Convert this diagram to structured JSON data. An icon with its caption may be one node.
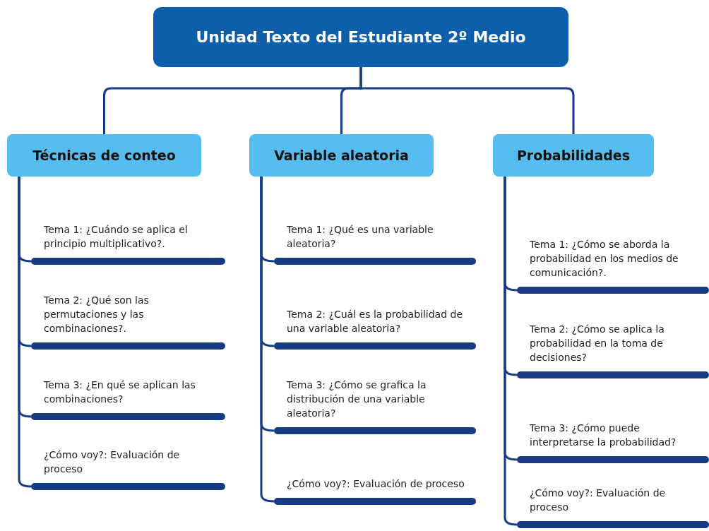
{
  "diagram": {
    "nodes": [
      {
        "text": [
          "Unidad Texto del Estudiante 2º Medio"
        ]
      },
      {
        "text": [
          "Técnicas de conteo"
        ]
      },
      {
        "text": [
          "Variable aleatoria"
        ]
      },
      {
        "text": [
          "Probabilidades"
        ]
      },
      {
        "text": [
          "Tema 1: ¿Cuándo se aplica el principio multiplicativo?."
        ]
      },
      {
        "text": [
          "Tema 2: ¿Qué son las permutaciones y las combinaciones?."
        ]
      },
      {
        "text": [
          "Tema 3: ¿En qué se aplican las combinaciones?"
        ]
      },
      {
        "text": [
          "¿Cómo voy?: Evaluación de proceso"
        ]
      },
      {
        "text": [
          "Tema 1: ¿Qué es una variable aleatoria?"
        ]
      },
      {
        "text": [
          "Tema 2: ¿Cuál es la probabilidad de una variable aleatoria?"
        ]
      },
      {
        "text": [
          "Tema 3: ¿Cómo se grafica la distribución de una variable aleatoria?"
        ]
      },
      {
        "text": [
          "¿Cómo voy?: Evaluación de proceso"
        ]
      },
      {
        "text": [
          "Tema 1: ¿Cómo se aborda la probabilidad en los medios de comunicación?."
        ]
      },
      {
        "text": [
          "Tema 2: ¿Cómo se aplica la probabilidad en la toma de decisiones?"
        ]
      },
      {
        "text": [
          "Tema 3: ¿Cómo puede interpretarse la probabilidad?"
        ]
      },
      {
        "text": [
          "¿Cómo voy?: Evaluación de proceso"
        ]
      }
    ],
    "edges": [
      {
        "from": 0,
        "to": 1,
        "arrow": "none"
      },
      {
        "from": 0,
        "to": 2,
        "arrow": "none"
      },
      {
        "from": 0,
        "to": 3,
        "arrow": "none"
      },
      {
        "from": 1,
        "to": 4,
        "arrow": "none"
      },
      {
        "from": 1,
        "to": 5,
        "arrow": "none"
      },
      {
        "from": 1,
        "to": 6,
        "arrow": "none"
      },
      {
        "from": 1,
        "to": 7,
        "arrow": "none"
      },
      {
        "from": 2,
        "to": 8,
        "arrow": "none"
      },
      {
        "from": 2,
        "to": 9,
        "arrow": "none"
      },
      {
        "from": 2,
        "to": 10,
        "arrow": "none"
      },
      {
        "from": 2,
        "to": 11,
        "arrow": "none"
      },
      {
        "from": 3,
        "to": 12,
        "arrow": "none"
      },
      {
        "from": 3,
        "to": 13,
        "arrow": "none"
      },
      {
        "from": 3,
        "to": 14,
        "arrow": "none"
      },
      {
        "from": 3,
        "to": 15,
        "arrow": "none"
      }
    ]
  }
}
